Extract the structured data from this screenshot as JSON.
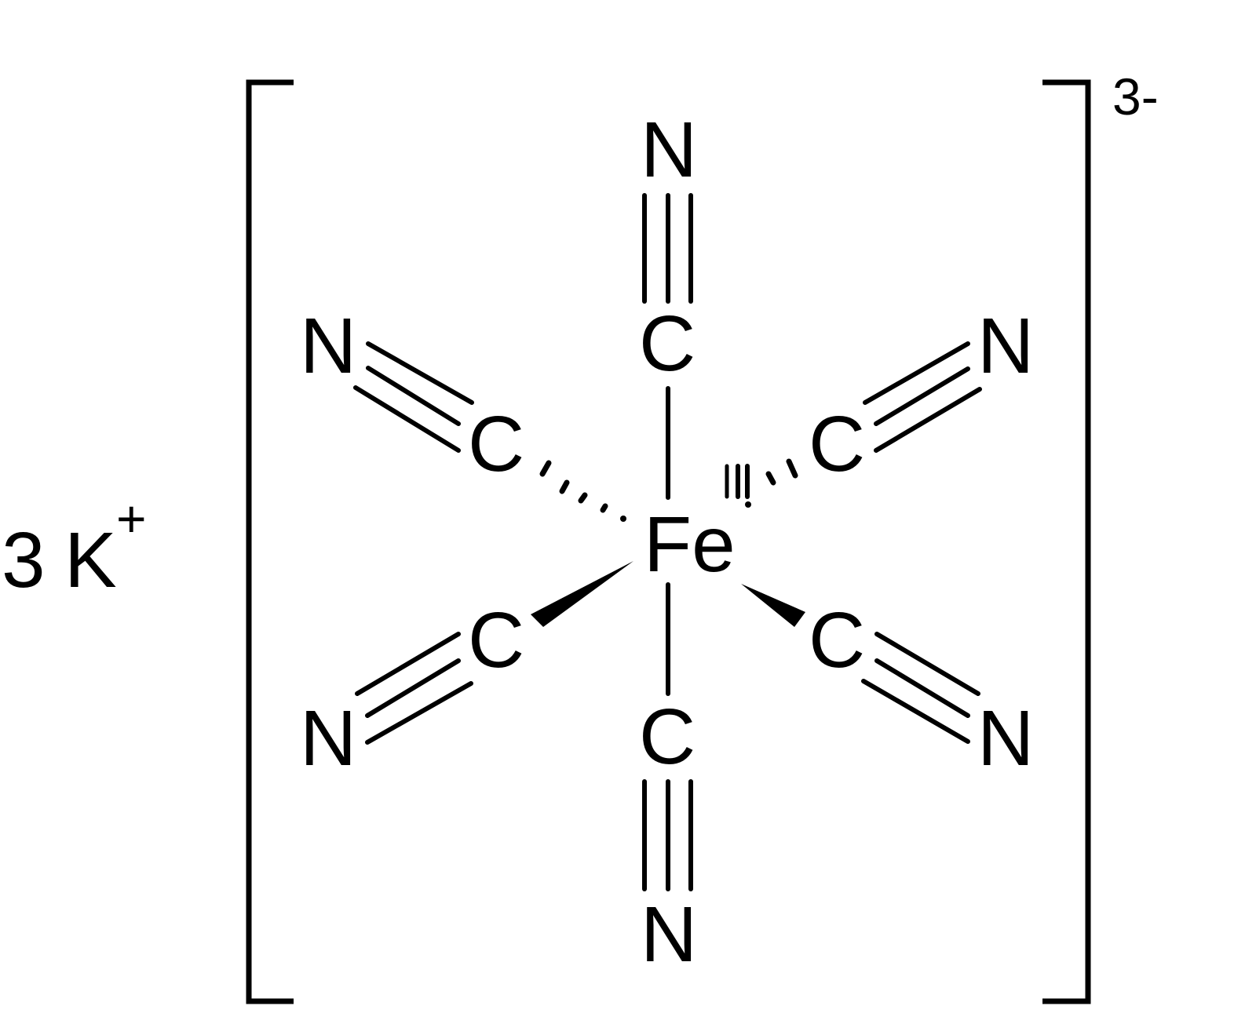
{
  "diagram": {
    "type": "chemical-structure",
    "compound_formula_parts": {
      "counter_ion_count": "3",
      "counter_ion_symbol": "K",
      "counter_ion_charge": "+",
      "complex_charge": "3-"
    },
    "central_atom": {
      "symbol": "Fe"
    },
    "ligands": [
      {
        "position": "top",
        "c_label": "C",
        "n_label": "N",
        "bond_to_metal": "plain",
        "cn_bond": "triple"
      },
      {
        "position": "bottom",
        "c_label": "C",
        "n_label": "N",
        "bond_to_metal": "plain",
        "cn_bond": "triple"
      },
      {
        "position": "upper-left",
        "c_label": "C",
        "n_label": "N",
        "bond_to_metal": "hashed",
        "cn_bond": "triple"
      },
      {
        "position": "upper-right",
        "c_label": "C",
        "n_label": "N",
        "bond_to_metal": "hashed",
        "cn_bond": "triple"
      },
      {
        "position": "lower-left",
        "c_label": "C",
        "n_label": "N",
        "bond_to_metal": "wedge",
        "cn_bond": "triple"
      },
      {
        "position": "lower-right",
        "c_label": "C",
        "n_label": "N",
        "bond_to_metal": "wedge",
        "cn_bond": "triple"
      }
    ],
    "colors": {
      "ink": "#000000",
      "background": "#ffffff"
    }
  }
}
